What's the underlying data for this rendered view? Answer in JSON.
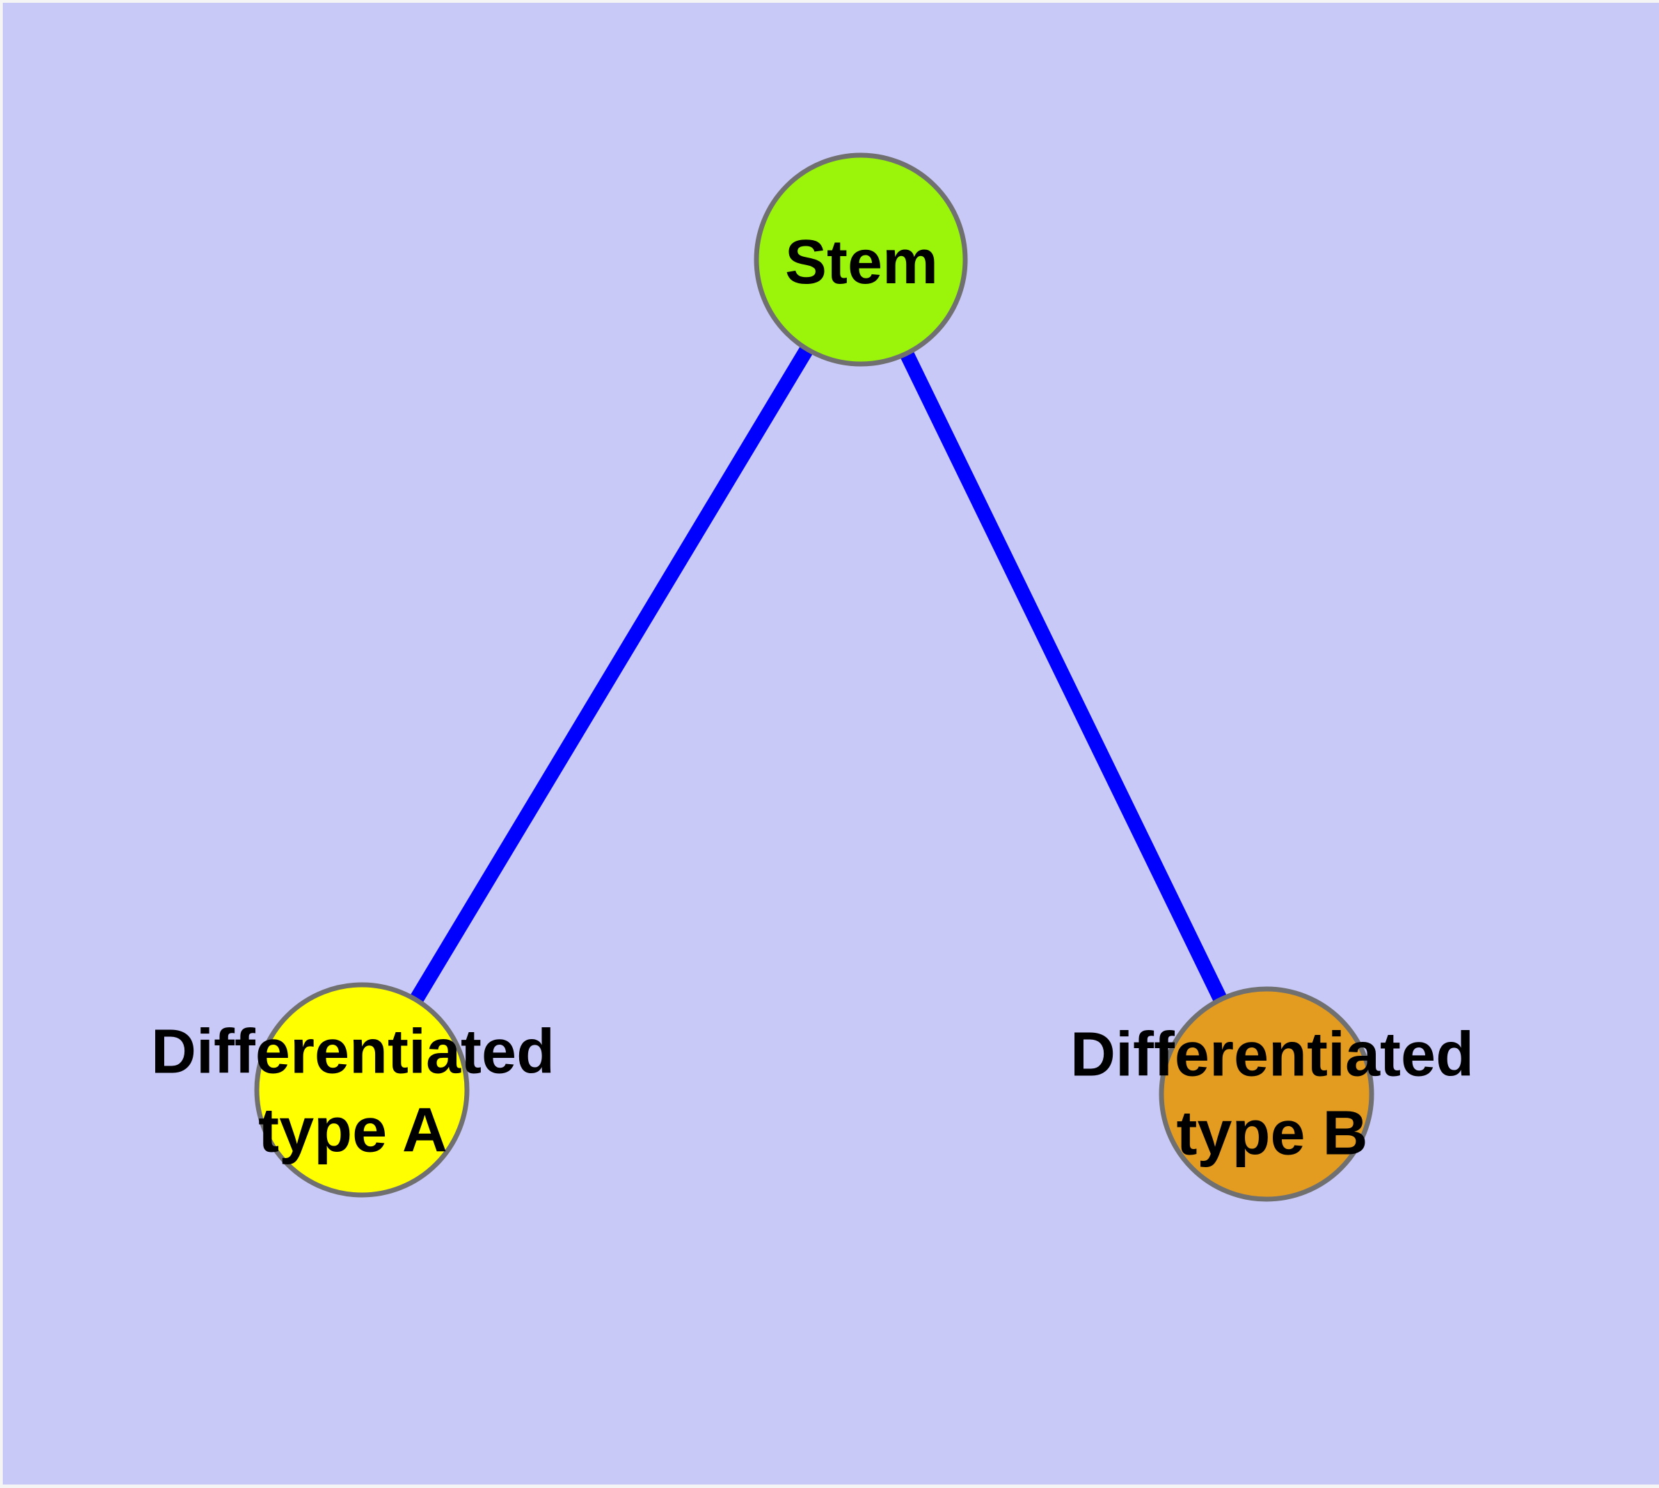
{
  "diagram": {
    "type": "node-link-graph",
    "theme": {
      "background": "#c9c9f8",
      "frame": "#f5f5f5",
      "node_border": "#707070",
      "label_color": "#000000"
    },
    "nodes": [
      {
        "id": "stem",
        "label": "Stem",
        "color": "#9af50a"
      },
      {
        "id": "differentiated-a",
        "label": "Differentiated\ntype A",
        "color": "#ffff00"
      },
      {
        "id": "differentiated-b",
        "label": "Differentiated\ntype B",
        "color": "#e49c20"
      }
    ],
    "edges": [
      {
        "from": "stem",
        "to": "differentiated-a",
        "color": "#0000ff"
      },
      {
        "from": "stem",
        "to": "differentiated-b",
        "color": "#0000ff"
      }
    ]
  }
}
